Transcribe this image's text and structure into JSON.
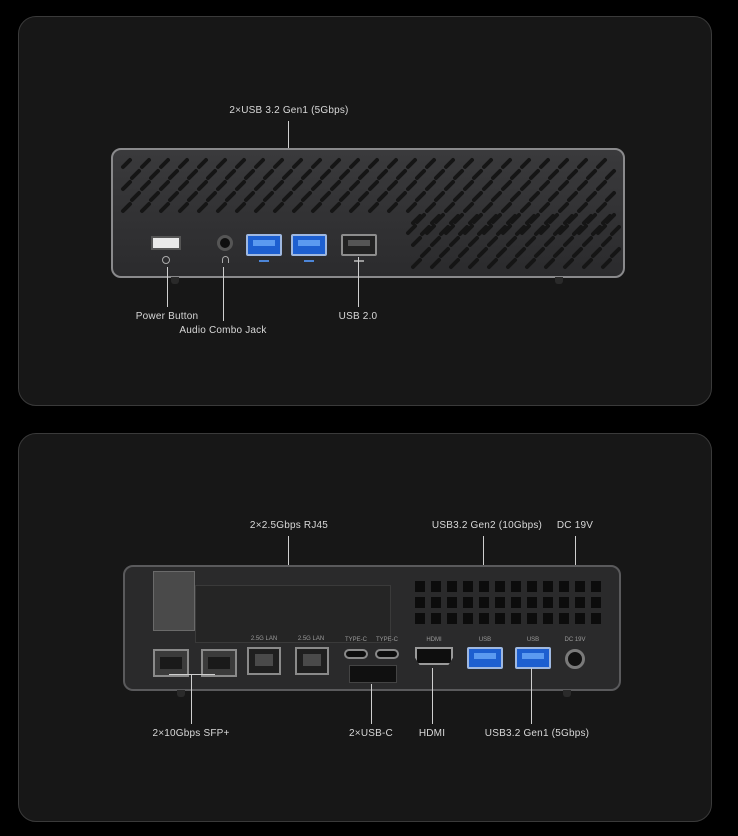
{
  "front": {
    "labels": {
      "usb32_gen1": "2×USB 3.2 Gen1 (5Gbps)",
      "power": "Power Button",
      "audio": "Audio Combo Jack",
      "usb20": "USB 2.0"
    }
  },
  "back": {
    "labels": {
      "rj45": "2×2.5Gbps RJ45",
      "usb32_gen2": "USB3.2 Gen2 (10Gbps)",
      "dc": "DC 19V",
      "sfp": "2×10Gbps SFP+",
      "usbc": "2×USB-C",
      "hdmi": "HDMI",
      "usb32_gen1": "USB3.2 Gen1 (5Gbps)"
    },
    "port_marks": {
      "lan1": "2.5G LAN",
      "lan2": "2.5G LAN",
      "typec1": "TYPE-C",
      "typec2": "TYPE-C",
      "hdmi": "HDMI",
      "usb_a": "USB",
      "usb_b": "USB",
      "dc": "DC 19V"
    }
  },
  "colors": {
    "usb3_blue": "#1d5fd0",
    "label_text": "#d8d8d8",
    "panel_bg": "#171717"
  }
}
